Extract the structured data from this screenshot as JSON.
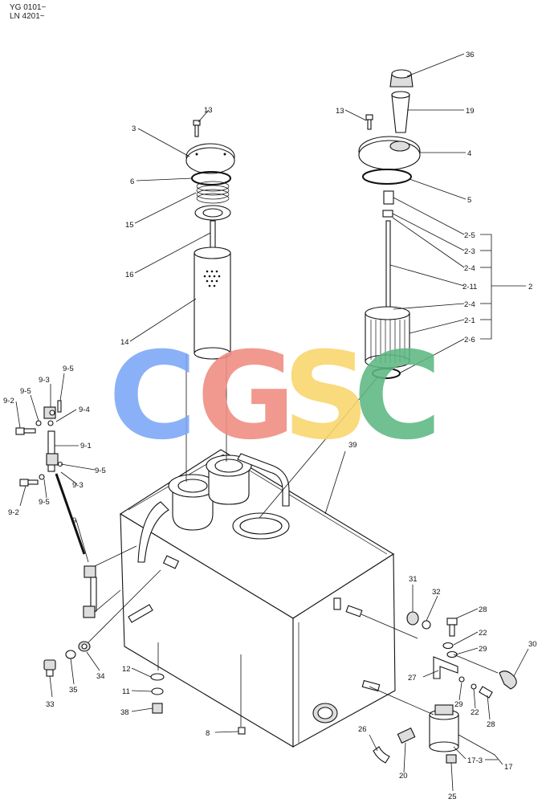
{
  "header": {
    "line1": "YG 0101~",
    "line2": "LN 4201~"
  },
  "watermark": {
    "letters": [
      {
        "char": "C",
        "color": "#7aa7f7"
      },
      {
        "char": "G",
        "color": "#f08c80"
      },
      {
        "char": "S",
        "color": "#f9d66b"
      },
      {
        "char": "C",
        "color": "#5db882"
      }
    ]
  },
  "labels": {
    "l36": "36",
    "l19": "19",
    "l13a": "13",
    "l13b": "13",
    "l3": "3",
    "l4": "4",
    "l6": "6",
    "l5": "5",
    "l15": "15",
    "l16": "16",
    "l14": "14",
    "l2_5": "2-5",
    "l2_3": "2-3",
    "l2_4a": "2-4",
    "l2_11": "2-11",
    "l2": "2",
    "l2_4b": "2-4",
    "l2_1": "2-1",
    "l2_6": "2-6",
    "l9_5a": "9-5",
    "l9_3a": "9-3",
    "l9_5b": "9-5",
    "l9_2a": "9-2",
    "l9_4": "9-4",
    "l9_1": "9-1",
    "l9_5c": "9-5",
    "l9_3b": "9-3",
    "l9_2b": "9-2",
    "l9_5d": "9-5",
    "l9": "9",
    "l39": "39",
    "l31": "31",
    "l32": "32",
    "l28a": "28",
    "l22a": "22",
    "l29a": "29",
    "l30": "30",
    "l27": "27",
    "l29b": "29",
    "l22b": "22",
    "l28b": "28",
    "l12": "12",
    "l11": "11",
    "l38": "38",
    "l33": "33",
    "l35": "35",
    "l34": "34",
    "l8": "8",
    "l26": "26",
    "l20": "20",
    "l17_3": "17-3",
    "l17": "17",
    "l25": "25"
  }
}
